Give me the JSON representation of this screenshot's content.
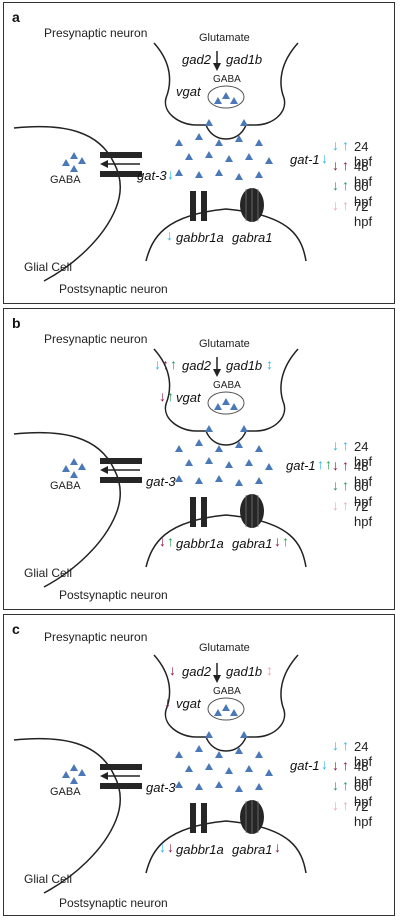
{
  "colors": {
    "cyan": "#2bb6e8",
    "maroon": "#8c1444",
    "green": "#1f9a4e",
    "pink": "#f2a6aa",
    "tri": "#4a78b8",
    "dark": "#262626"
  },
  "common": {
    "presynaptic": "Presynaptic neuron",
    "postsynaptic": "Postsynaptic neuron",
    "glial": "Glial Cell",
    "glutamate": "Glutamate",
    "gaba": "GABA",
    "gad2": "gad2",
    "gad1b": "gad1b",
    "vgat": "vgat",
    "gat1": "gat-1",
    "gat3": "gat-3",
    "gabbr1a": "gabbr1a",
    "gabra1": "gabra1"
  },
  "legend": [
    {
      "label": "24 hpf",
      "down": "#2bb6e8",
      "up": "#2bb6e8"
    },
    {
      "label": "48 hpf",
      "down": "#8c1444",
      "up": "#8c1444"
    },
    {
      "label": "60 hpf",
      "down": "#1f9a4e",
      "up": "#1f9a4e"
    },
    {
      "label": "72 hpf",
      "down": "#f2a6aa",
      "up": "#f2a6aa"
    }
  ],
  "panels": [
    {
      "letter": "a"
    },
    {
      "letter": "b"
    },
    {
      "letter": "c"
    }
  ]
}
